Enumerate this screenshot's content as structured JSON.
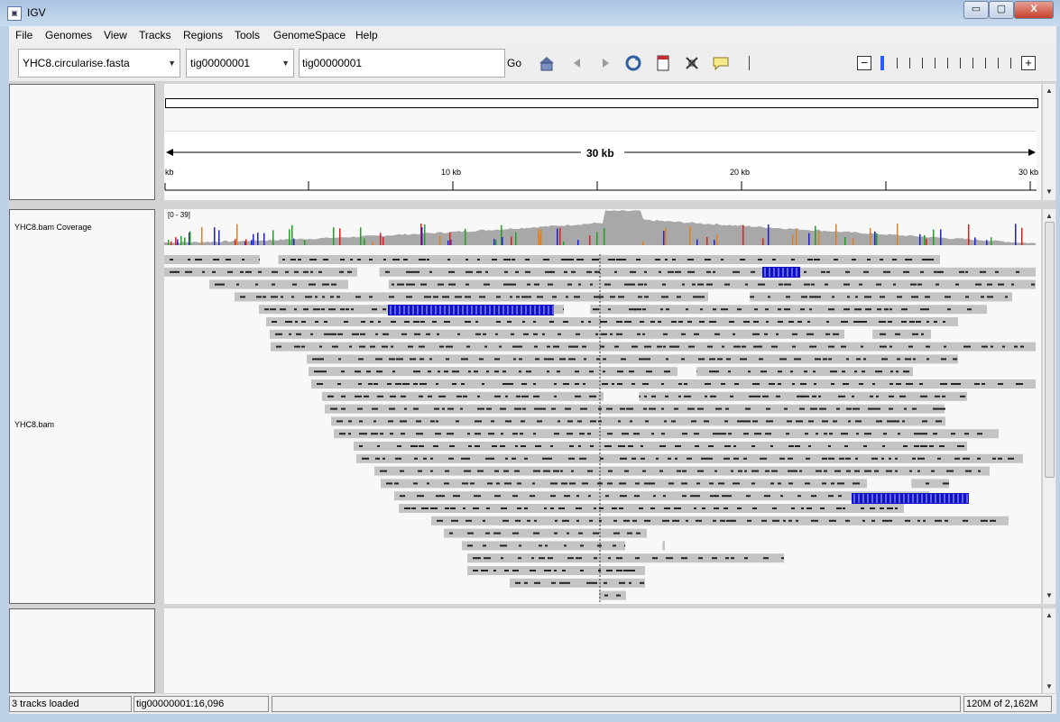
{
  "window": {
    "title": "IGV",
    "minimize": "▭",
    "maximize": "▢",
    "close": "X"
  },
  "menu": [
    "File",
    "Genomes",
    "View",
    "Tracks",
    "Regions",
    "Tools",
    "GenomeSpace",
    "Help"
  ],
  "toolbar": {
    "genome": "YHC8.circularise.fasta",
    "chromosome": "tig00000001",
    "locus": "tig00000001",
    "go": "Go"
  },
  "ruler": {
    "span": "30 kb",
    "ticks": [
      {
        "label": "kb"
      },
      {
        "label": "10 kb"
      },
      {
        "label": "20 kb"
      },
      {
        "label": "30 kb"
      }
    ]
  },
  "tracks": {
    "coverage_name": "YHC8.bam Coverage",
    "coverage_range": "[0 - 39]",
    "alignment_name": "YHC8.bam"
  },
  "status": {
    "tracks_loaded": "3 tracks loaded",
    "position": "tig00000001:16,096",
    "memory": "120M of 2,162M"
  },
  "colors": {
    "read_gray": "#c4c4c4",
    "insertion_blue": "#1010c8",
    "coverage_gray": "#a8a8a8"
  }
}
